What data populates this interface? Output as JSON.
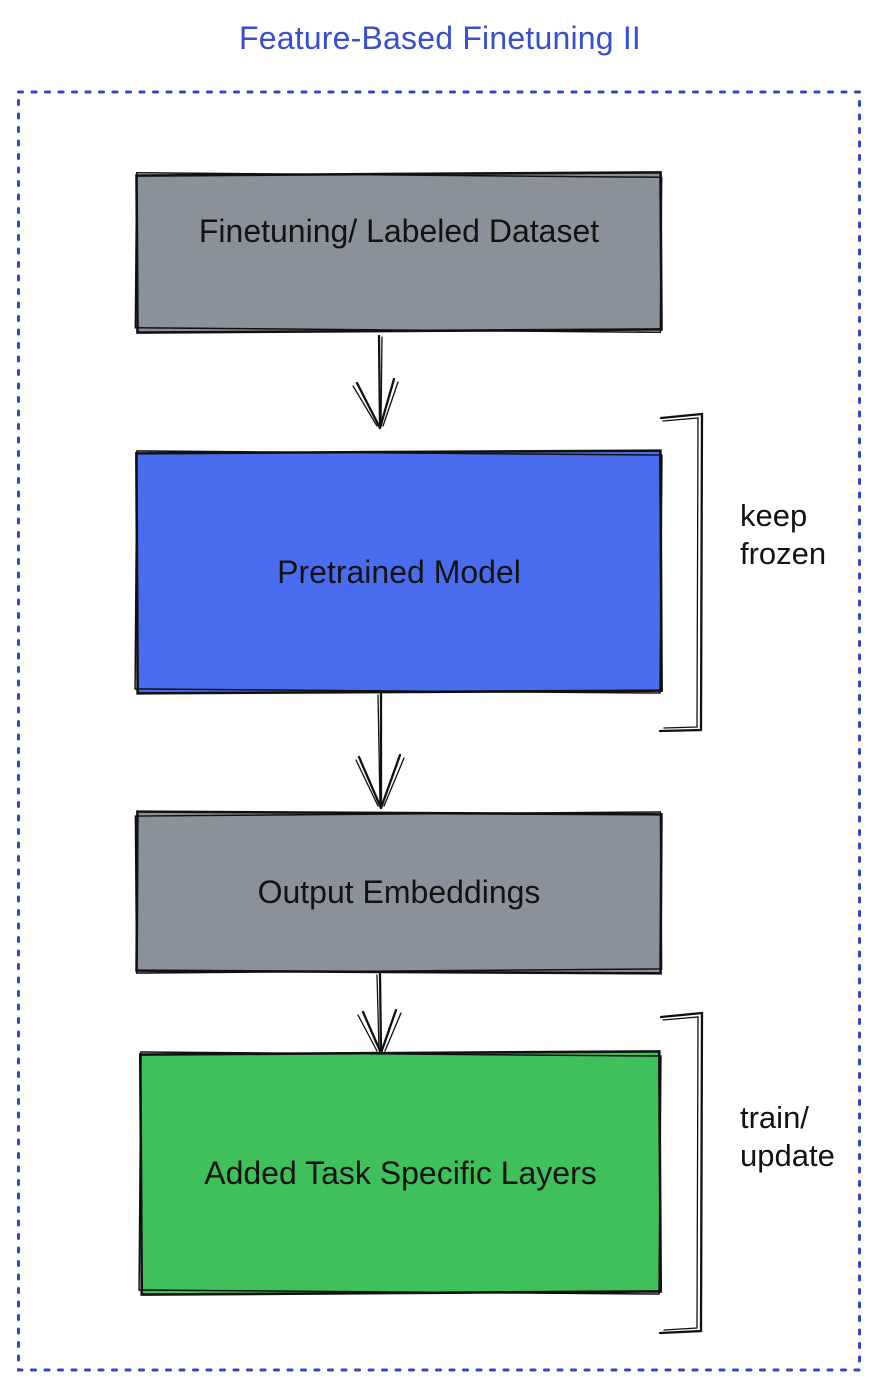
{
  "page": {
    "title": "Feature-Based Finetuning II"
  },
  "colors": {
    "title": "#3a4ecf",
    "dotted_border": "#3246c8",
    "node_gray": "#8b919b",
    "node_blue": "#4a6df0",
    "node_green": "#3fc05a",
    "ink": "#131313"
  },
  "diagram": {
    "nodes": [
      {
        "id": "finetuning-dataset",
        "label": "Finetuning/ Labeled Dataset",
        "fill": "#8b919b"
      },
      {
        "id": "pretrained-model",
        "label": "Pretrained Model",
        "fill": "#4a6df0"
      },
      {
        "id": "output-embeddings",
        "label": "Output Embeddings",
        "fill": "#8b919b"
      },
      {
        "id": "added-task-specific-layers",
        "label": "Added Task Specific Layers",
        "fill": "#3fc05a"
      }
    ],
    "annotations": [
      {
        "id": "keep-frozen",
        "line1": "keep",
        "line2": "frozen"
      },
      {
        "id": "train-update",
        "line1": "train/",
        "line2": "update"
      }
    ]
  }
}
